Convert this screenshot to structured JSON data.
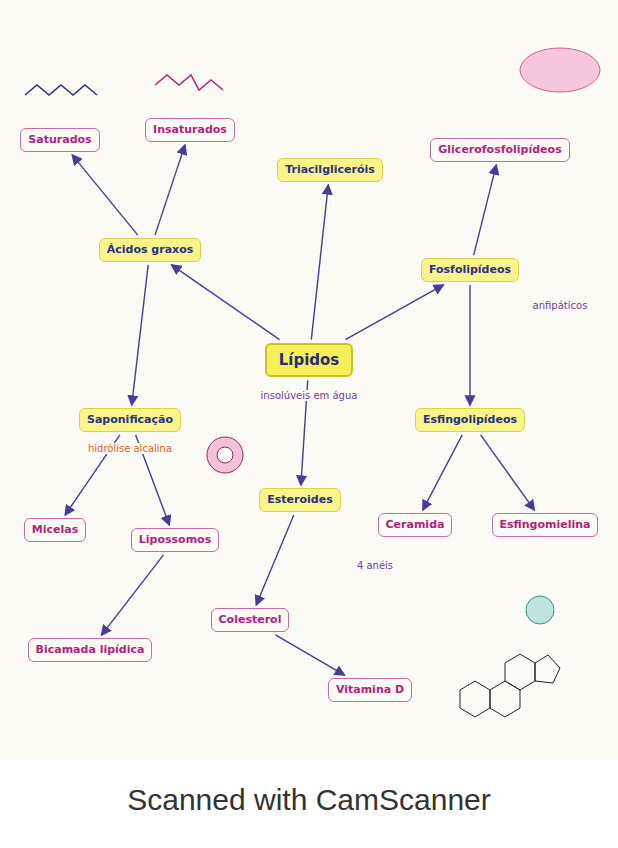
{
  "diagram": {
    "nodes": [
      {
        "text": [
          "Lípidos"
        ]
      },
      {
        "text": [
          "Ácidos graxos"
        ]
      },
      {
        "text": [
          "Saturados"
        ]
      },
      {
        "text": [
          "Insaturados"
        ]
      },
      {
        "text": [
          "Triacilgliceróis"
        ]
      },
      {
        "text": [
          "Saponificação"
        ]
      },
      {
        "text": [
          "Micelas"
        ]
      },
      {
        "text": [
          "Lipossomos"
        ]
      },
      {
        "text": [
          "Fosfolipídeos"
        ]
      },
      {
        "text": [
          "Glicerofosfolipídeos"
        ]
      },
      {
        "text": [
          "Esfingolipídeos"
        ]
      },
      {
        "text": [
          "Ceramida"
        ]
      },
      {
        "text": [
          "Esfingomielina"
        ]
      },
      {
        "text": [
          "Esteroides"
        ]
      },
      {
        "text": [
          "Colesterol"
        ]
      },
      {
        "text": [
          "Vitamina D"
        ]
      },
      {
        "text": [
          "Bicamada lipídica"
        ]
      }
    ],
    "edges": [
      {
        "from": 0,
        "to": 1,
        "arrow": "to"
      },
      {
        "from": 0,
        "to": 4,
        "arrow": "to"
      },
      {
        "from": 0,
        "to": 8,
        "arrow": "to"
      },
      {
        "from": 0,
        "to": 13,
        "arrow": "to"
      },
      {
        "from": 1,
        "to": 2,
        "arrow": "to"
      },
      {
        "from": 1,
        "to": 3,
        "arrow": "to"
      },
      {
        "from": 1,
        "to": 5,
        "arrow": "to"
      },
      {
        "from": 5,
        "to": 6,
        "arrow": "to"
      },
      {
        "from": 5,
        "to": 7,
        "arrow": "to"
      },
      {
        "from": 7,
        "to": 16,
        "arrow": "to"
      },
      {
        "from": 8,
        "to": 9,
        "arrow": "to"
      },
      {
        "from": 8,
        "to": 10,
        "arrow": "to"
      },
      {
        "from": 10,
        "to": 11,
        "arrow": "to"
      },
      {
        "from": 10,
        "to": 12,
        "arrow": "to"
      },
      {
        "from": 13,
        "to": 14,
        "arrow": "to"
      },
      {
        "from": 14,
        "to": 15,
        "arrow": "to"
      }
    ],
    "labels": [
      "insolúveis em água",
      "anfipáticos",
      "hidrólise alcalina",
      "4 anéis",
      "Scanned with CamScanner"
    ]
  }
}
